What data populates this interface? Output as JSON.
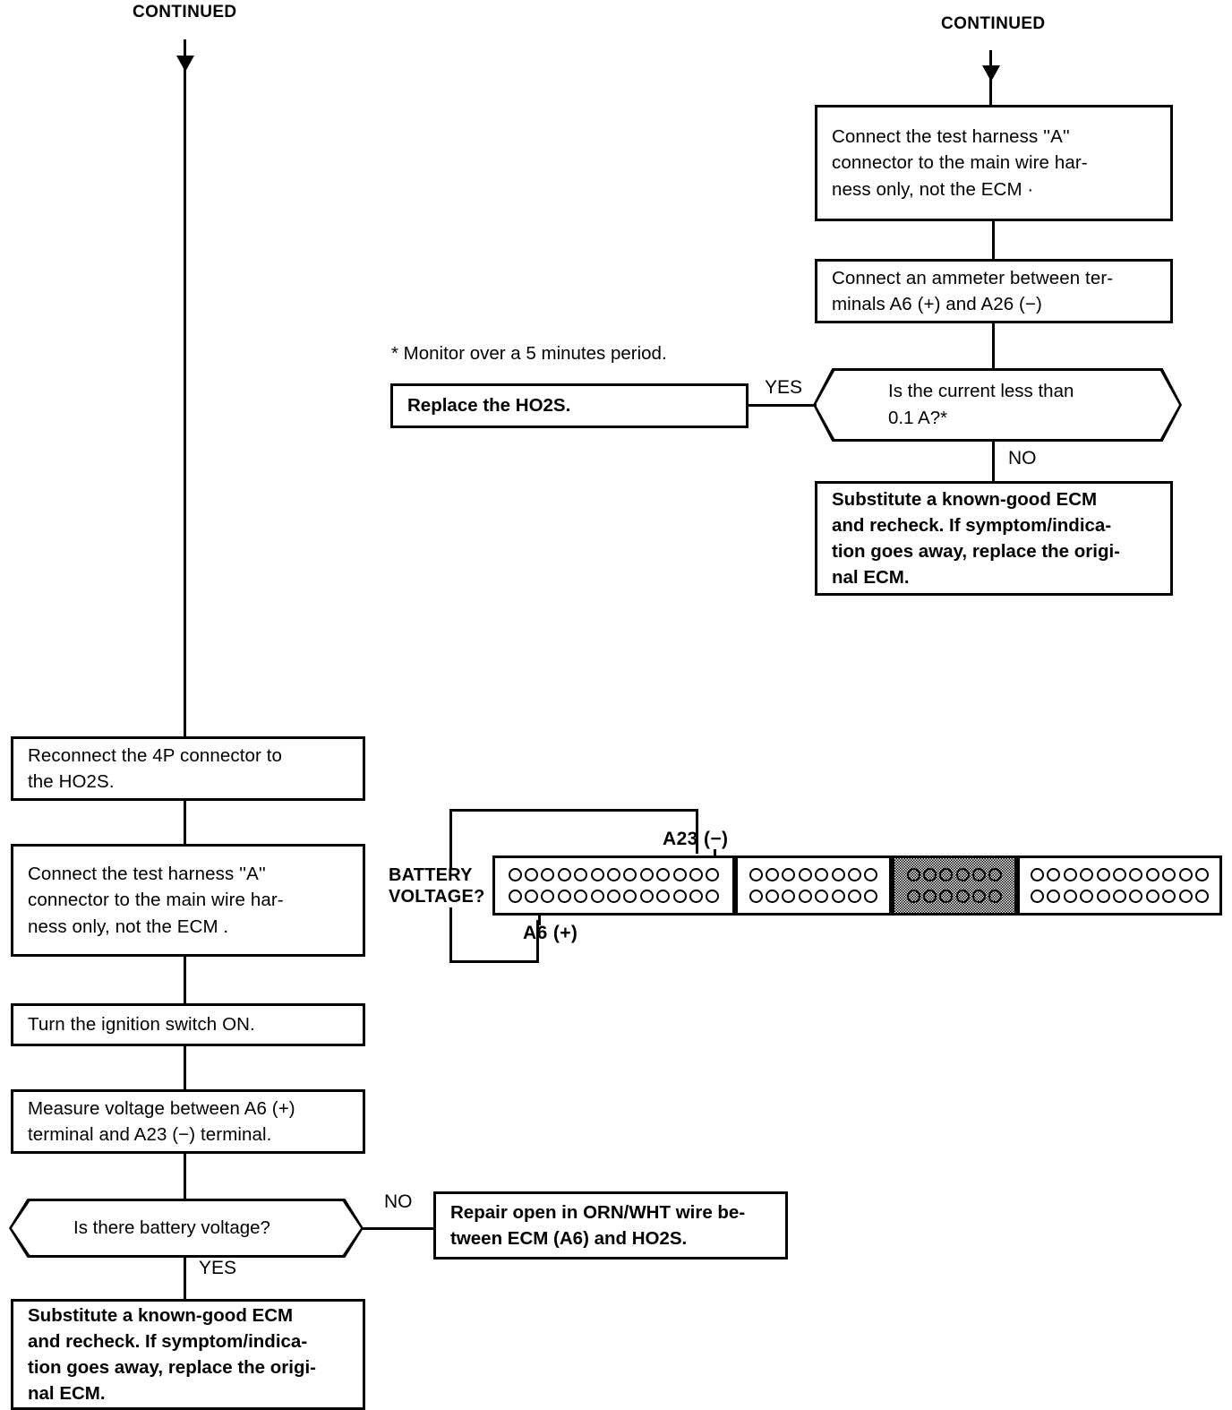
{
  "page": {
    "title": "HO2S / ECM circuit troubleshooting flowchart",
    "ink_color": "#000000",
    "paper_color": "#ffffff"
  },
  "headers": {
    "left_continued": "CONTINUED",
    "right_continued": "CONTINUED"
  },
  "footnote": "* Monitor over a 5 minutes period.",
  "labels": {
    "yes": "YES",
    "no": "NO",
    "battery_voltage_question": "BATTERY\nVOLTAGE?",
    "pin_a23": "A23 (−)",
    "pin_a6": "A6 (+)"
  },
  "right_column": {
    "step_connect_harness": "Connect the test harness ''A''\nconnector to the main wire har-\nness only, not the ECM ·",
    "step_connect_ammeter": "Connect an ammeter between ter-\nminals A6 (+) and A26 (−)",
    "decision_current": "Is the current less than\n0.1 A?*",
    "action_replace_ho2s": "Replace the HO2S.",
    "action_substitute_ecm": "Substitute a known-good ECM\nand recheck. If symptom/indica-\ntion goes away, replace the origi-\nnal ECM."
  },
  "left_column": {
    "step_reconnect_4p": "Reconnect the 4P connector to\nthe HO2S.",
    "step_connect_harness": "Connect the test harness ''A''\nconnector to the main wire har-\nness only, not the ECM .",
    "step_ignition_on": "Turn the ignition switch ON.",
    "step_measure_voltage": "Measure voltage between A6 (+)\nterminal and A23 (−) terminal.",
    "decision_battery_voltage": "Is there battery voltage?",
    "action_repair_open": "Repair open in ORN/WHT wire be-\ntween ECM (A6) and HO2S.",
    "action_substitute_ecm": "Substitute a known-good ECM\nand recheck. If symptom/indica-\ntion goes away, replace the origi-\nnal ECM."
  },
  "connector": {
    "blocks": [
      {
        "pins_per_row": 13,
        "rows": 2,
        "shaded": false
      },
      {
        "pins_per_row": 8,
        "rows": 2,
        "shaded": false
      },
      {
        "pins_per_row": 6,
        "rows": 2,
        "shaded": true
      },
      {
        "pins_per_row": 11,
        "rows": 2,
        "shaded": false
      }
    ],
    "marked_pins": {
      "a23": {
        "block": 1,
        "row": "top",
        "index": 12
      },
      "a6": {
        "block": 1,
        "row": "bottom",
        "index": 3
      }
    }
  }
}
